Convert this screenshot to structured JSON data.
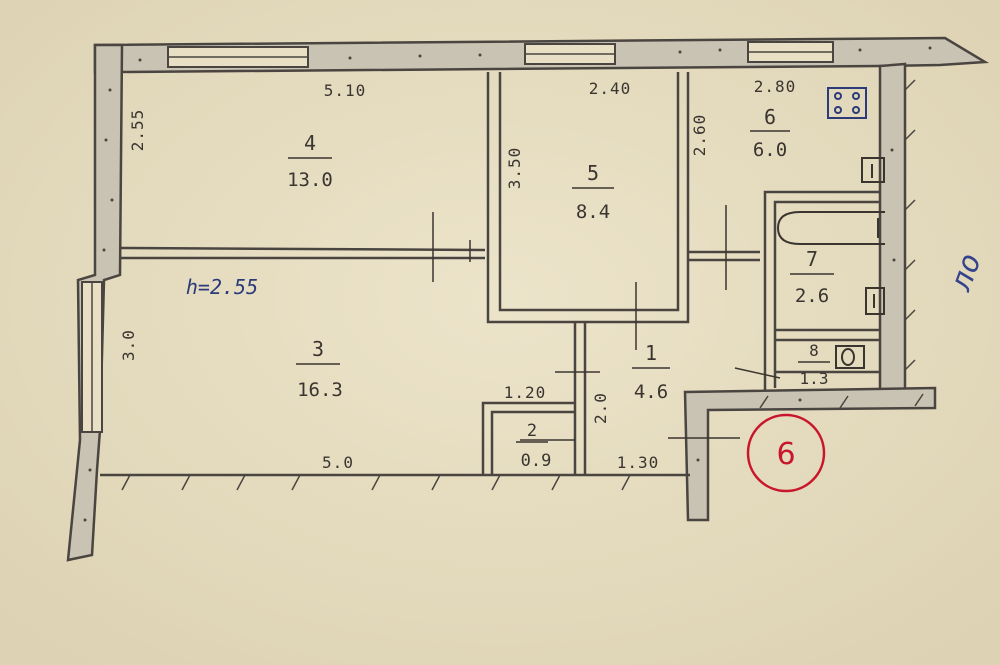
{
  "plan": {
    "rooms": [
      {
        "number": "1",
        "area": "4.6"
      },
      {
        "number": "2",
        "area": "0.9"
      },
      {
        "number": "3",
        "area": "16.3"
      },
      {
        "number": "4",
        "area": "13.0"
      },
      {
        "number": "5",
        "area": "8.4"
      },
      {
        "number": "6",
        "area": "6.0"
      },
      {
        "number": "7",
        "area": "2.6"
      },
      {
        "number": "8",
        "area": "1.3"
      }
    ],
    "dimensions": {
      "room4_width": "5.10",
      "room4_depth": "2.55",
      "room5_width": "2.40",
      "room5_depth": "3.50",
      "room6_width": "2.80",
      "room6_depth": "2.60",
      "room3_depth": "3.0",
      "room3_width": "5.0",
      "room2_width": "1.20",
      "room2_depth": "2.0",
      "hall_width": "1.30"
    },
    "ceiling_height": "h=2.55",
    "stamp": "6",
    "margin_scribble": "ло",
    "colors": {
      "paper": "#e8dfc4",
      "wall_outline": "#4a4540",
      "wall_fill": "#c9c3b3",
      "pencil": "#3b3530",
      "stamp": "#c8162b",
      "ink_blue": "#2b3b7a"
    }
  }
}
